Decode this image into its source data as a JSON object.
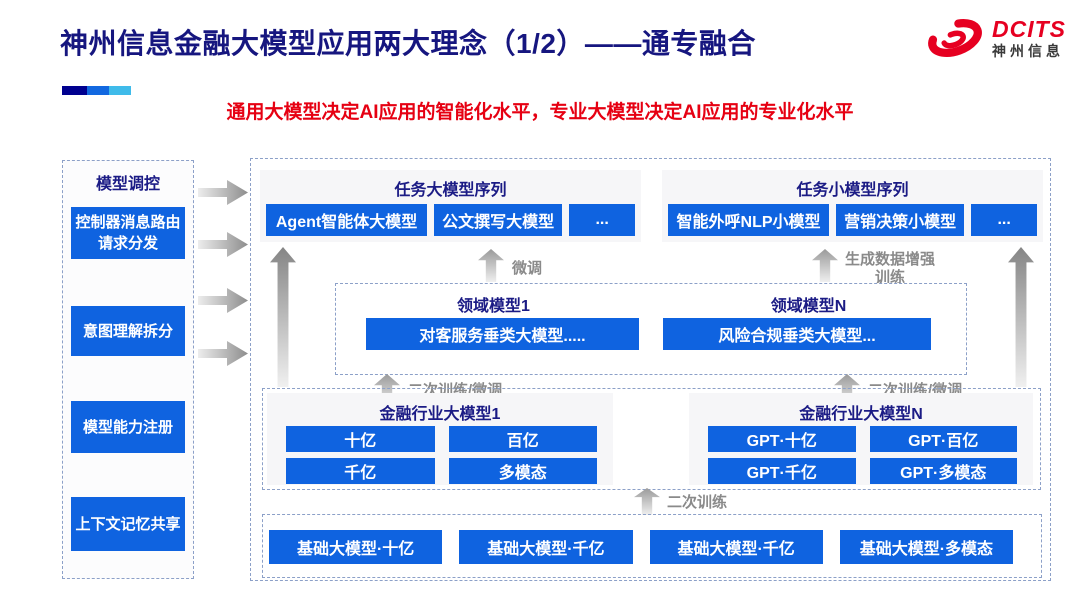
{
  "header": {
    "title": "神州信息金融大模型应用两大理念（1/2）——通专融合",
    "subtitle": "通用大模型决定AI应用的智能化水平，专业大模型决定AI应用的专业化水平",
    "logo": {
      "brand": "DCITS",
      "brand_cn": "神州信息"
    }
  },
  "colors": {
    "chip_blue": "#0F63E0",
    "navy_text": "#16167F",
    "red_text": "#E60012",
    "accent_bar": [
      "#00008F",
      "#1268E0",
      "#3FBBEA"
    ],
    "dashed_border": "#8CA0C8",
    "arrow_gray": "#8A8A8A"
  },
  "sidebar": {
    "title": "模型调控",
    "items": [
      "控制器消息路由请求分发",
      "意图理解拆分",
      "模型能力注册",
      "上下文记忆共享"
    ]
  },
  "task_large_models": {
    "title": "任务大模型序列",
    "items": [
      "Agent智能体大模型",
      "公文撰写大模型",
      "..."
    ]
  },
  "task_small_models": {
    "title": "任务小模型序列",
    "items": [
      "智能外呼NLP小模型",
      "营销决策小模型",
      "..."
    ]
  },
  "domain_models": {
    "groups": [
      {
        "title": "领域模型1",
        "item": "对客服务垂类大模型....."
      },
      {
        "title": "领域模型N",
        "item": "风险合规垂类大模型..."
      }
    ]
  },
  "industry_models": {
    "groups": [
      {
        "title": "金融行业大模型1",
        "items": [
          "十亿",
          "百亿",
          "千亿",
          "多模态"
        ]
      },
      {
        "title": "金融行业大模型N",
        "items": [
          "GPT·十亿",
          "GPT·百亿",
          "GPT·千亿",
          "GPT·多模态"
        ]
      }
    ]
  },
  "base_models": {
    "items": [
      "基础大模型·十亿",
      "基础大模型·千亿",
      "基础大模型·千亿",
      "基础大模型·多模态"
    ]
  },
  "arrows": {
    "fine_tune": "微调",
    "gen_data_training": "生成数据增强训练",
    "secondary_left": "二次训练/微调",
    "secondary_right": "二次训练/微调",
    "secondary_training": "二次训练"
  }
}
